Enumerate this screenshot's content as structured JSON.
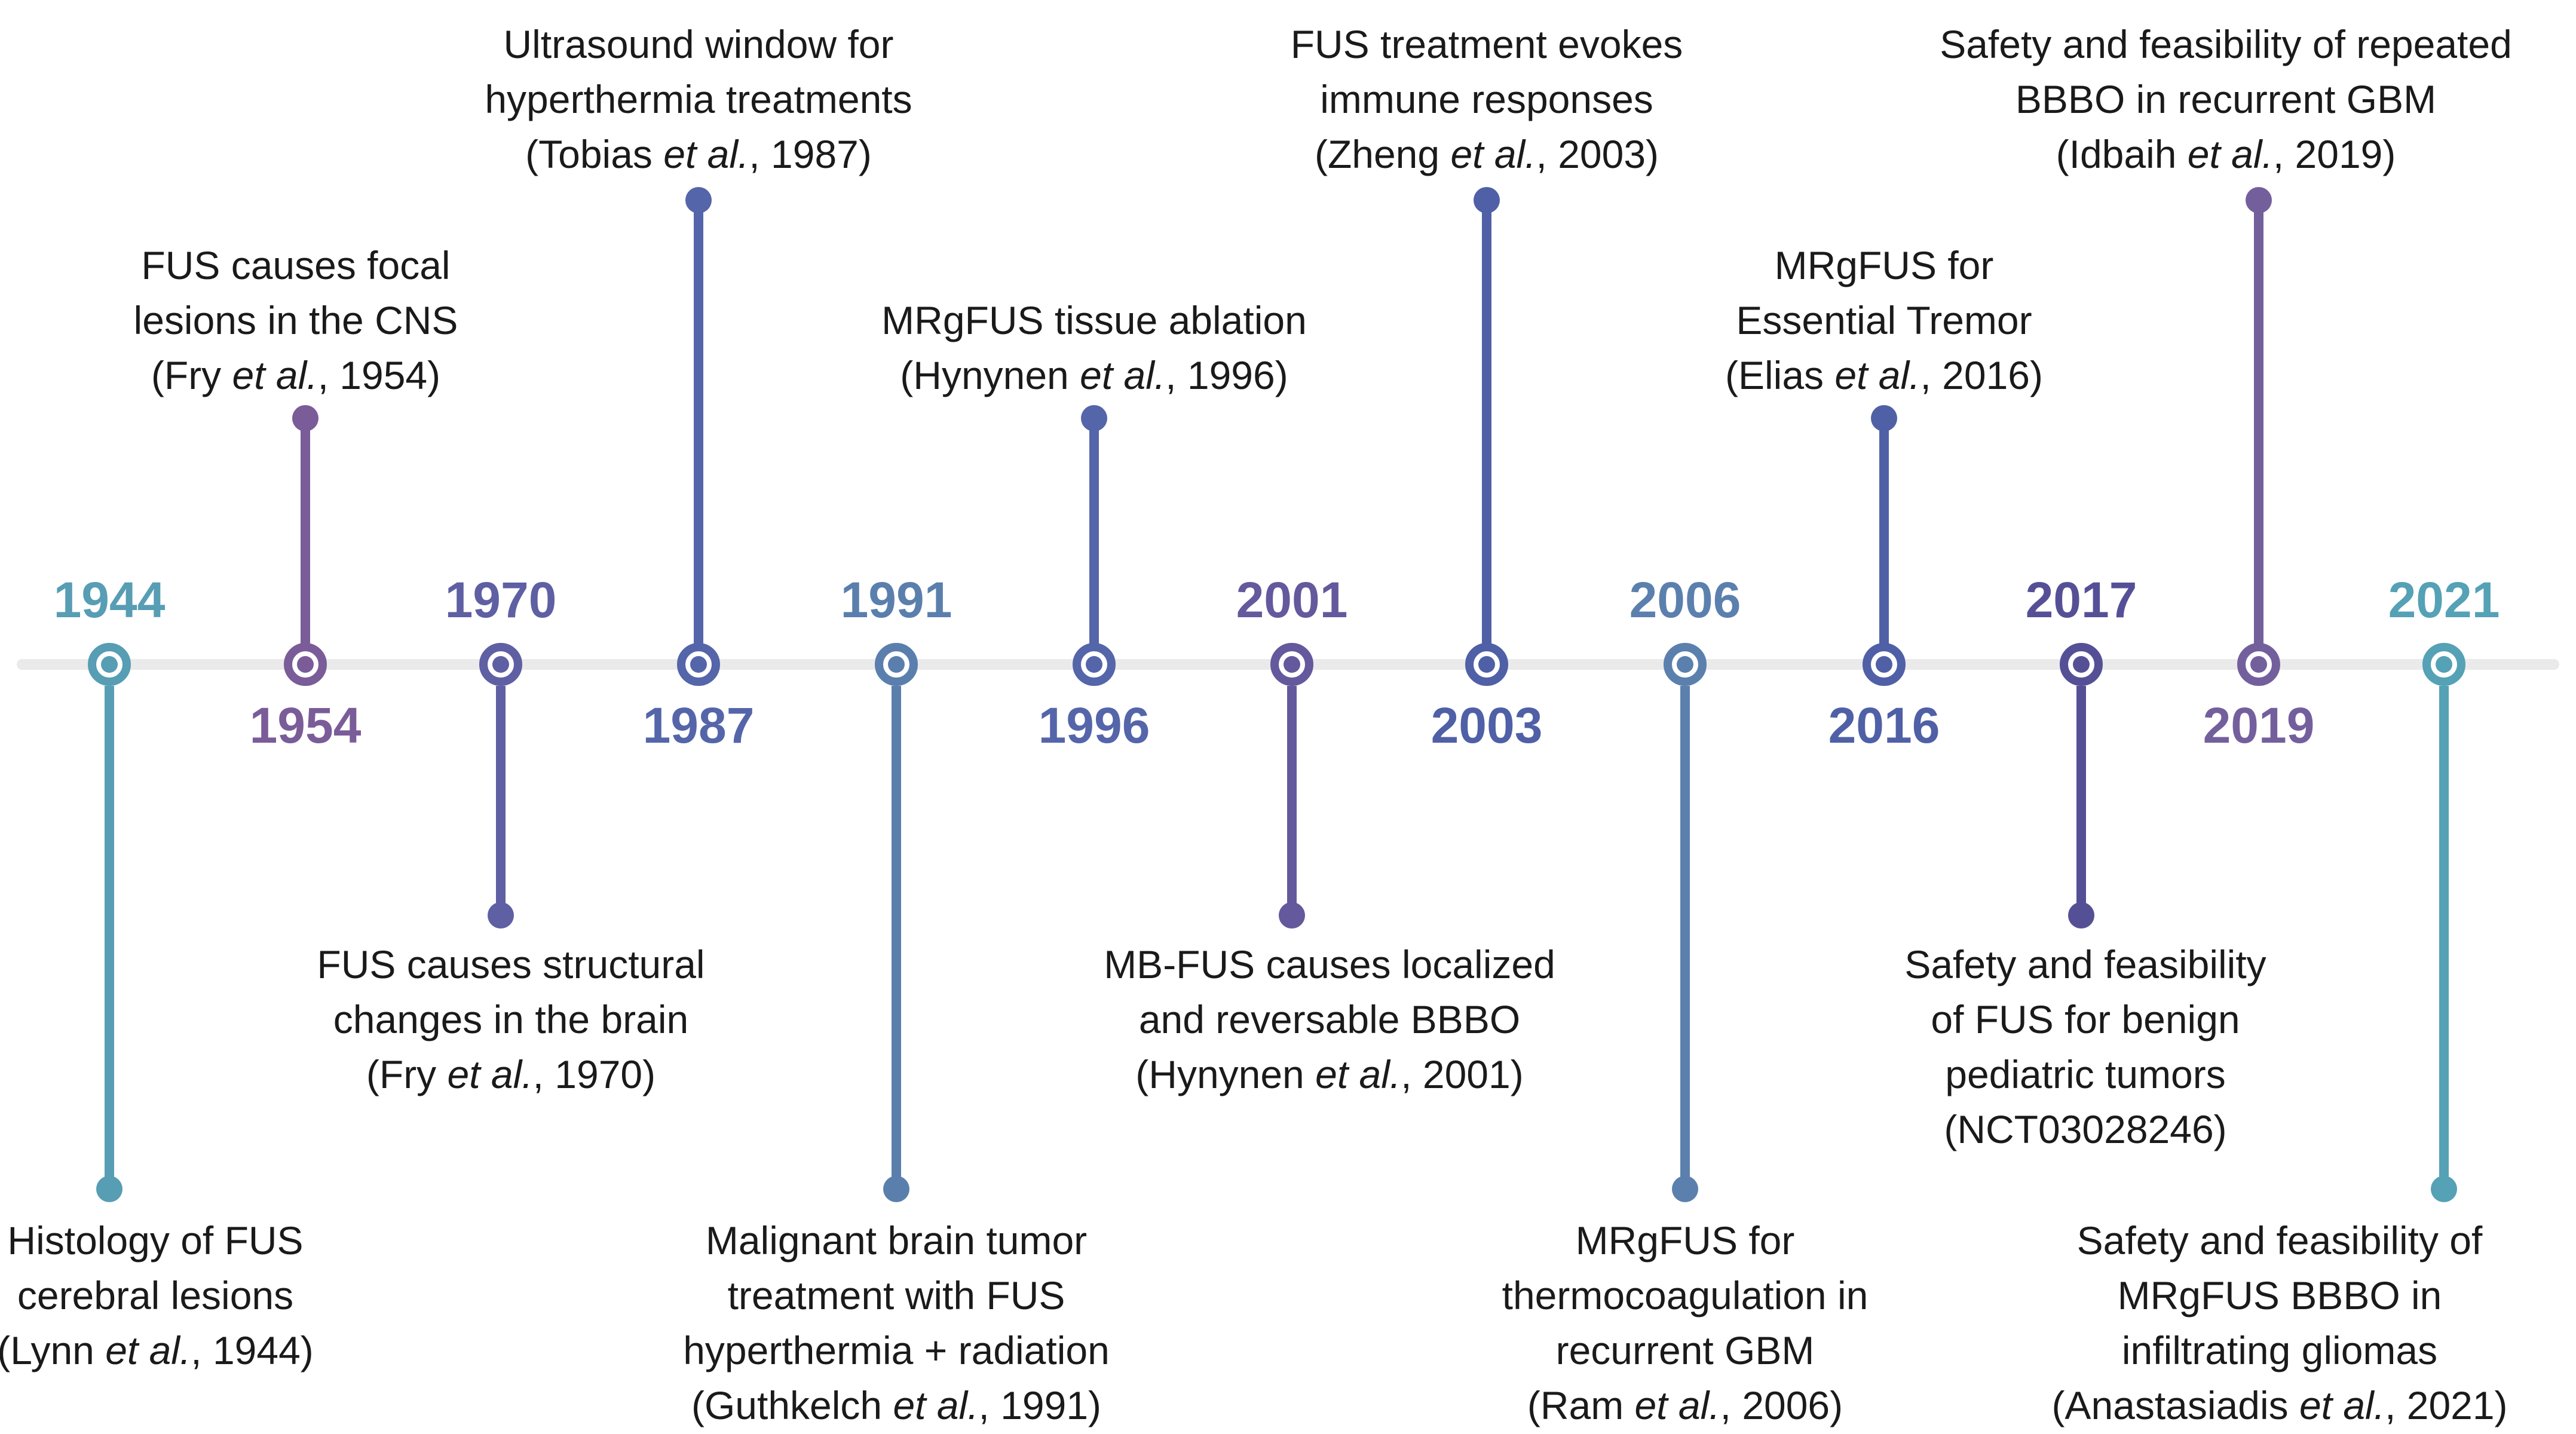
{
  "diagram": {
    "type": "horizontal-timeline",
    "topic": "History of focused ultrasound (FUS) research milestones",
    "line_color": "#eaeaea",
    "text_color": "#1a1a1a"
  },
  "events": [
    {
      "year": "1944",
      "color": "#579DB4",
      "lines": [
        "Histology of FUS",
        "cerebral lesions"
      ],
      "cite": {
        "prefix": "(Lynn ",
        "italic": "et al.",
        "suffix": ", 1944)"
      }
    },
    {
      "year": "1954",
      "color": "#7A5C99",
      "lines": [
        "FUS causes focal",
        "lesions in the CNS"
      ],
      "cite": {
        "prefix": "(Fry ",
        "italic": "et al.",
        "suffix": ", 1954)"
      }
    },
    {
      "year": "1970",
      "color": "#5F5FA3",
      "lines": [
        "FUS causes structural",
        "changes in the brain"
      ],
      "cite": {
        "prefix": "(Fry ",
        "italic": "et al.",
        "suffix": ", 1970)"
      }
    },
    {
      "year": "1987",
      "color": "#5565A9",
      "lines": [
        "Ultrasound window for",
        "hyperthermia treatments"
      ],
      "cite": {
        "prefix": "(Tobias ",
        "italic": "et al.",
        "suffix": ", 1987)"
      }
    },
    {
      "year": "1991",
      "color": "#5B7FAD",
      "lines": [
        "Malignant brain tumor",
        "treatment with FUS",
        "hyperthermia + radiation"
      ],
      "cite": {
        "prefix": "(Guthkelch ",
        "italic": "et al.",
        "suffix": ", 1991)"
      }
    },
    {
      "year": "1996",
      "color": "#5565A9",
      "lines": [
        "MRgFUS tissue ablation"
      ],
      "cite": {
        "prefix": "(Hynynen ",
        "italic": "et al.",
        "suffix": ", 1996)"
      }
    },
    {
      "year": "2001",
      "color": "#64599C",
      "lines": [
        "MB-FUS causes localized",
        "and reversable BBBO"
      ],
      "cite": {
        "prefix": "(Hynynen ",
        "italic": "et al.",
        "suffix": ", 2001)"
      }
    },
    {
      "year": "2003",
      "color": "#5060A6",
      "lines": [
        "FUS treatment evokes",
        "immune responses"
      ],
      "cite": {
        "prefix": "(Zheng ",
        "italic": "et al.",
        "suffix": ", 2003)"
      }
    },
    {
      "year": "2006",
      "color": "#5B80AE",
      "lines": [
        "MRgFUS for",
        "thermocoagulation in",
        "recurrent GBM"
      ],
      "cite": {
        "prefix": "(Ram ",
        "italic": "et al.",
        "suffix": ", 2006)"
      }
    },
    {
      "year": "2016",
      "color": "#5060A6",
      "lines": [
        "MRgFUS for",
        "Essential Tremor"
      ],
      "cite": {
        "prefix": "(Elias ",
        "italic": "et al.",
        "suffix": ", 2016)"
      }
    },
    {
      "year": "2017",
      "color": "#555096",
      "lines": [
        "Safety and feasibility",
        "of FUS for benign",
        "pediatric tumors"
      ],
      "cite": {
        "prefix": "(NCT03028246)",
        "italic": "",
        "suffix": ""
      }
    },
    {
      "year": "2019",
      "color": "#745F9D",
      "lines": [
        "Safety and feasibility of repeated",
        "BBBO in recurrent GBM"
      ],
      "cite": {
        "prefix": "(Idbaih ",
        "italic": "et al.",
        "suffix": ", 2019)"
      }
    },
    {
      "year": "2021",
      "color": "#55A1B5",
      "lines": [
        "Safety and feasibility of",
        "MRgFUS BBBO in",
        "infiltrating gliomas"
      ],
      "cite": {
        "prefix": "(Anastasiadis ",
        "italic": "et al.",
        "suffix": ", 2021)"
      }
    }
  ]
}
